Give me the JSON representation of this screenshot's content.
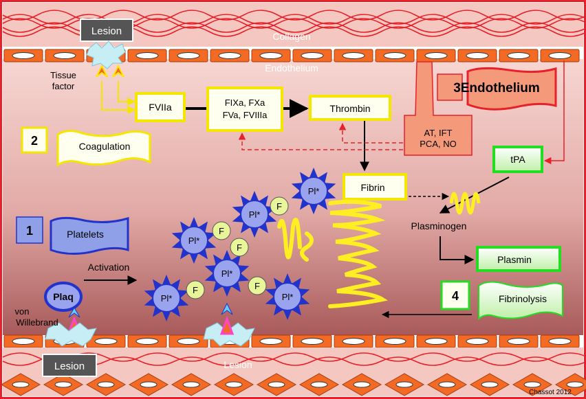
{
  "labels": {
    "collagen": "Collagen",
    "endothelium_top": "Endothelium",
    "lesion_top": "Lesion",
    "lesion_bottom_left": "Lesion",
    "lesion_bottom_mid": "Lesion",
    "tissue_factor_1": "Tissue",
    "tissue_factor_2": "factor",
    "fviia": "FVIIa",
    "fixa_1": "FIXa, FXa",
    "fixa_2": "FVa, FVIIIa",
    "thrombin": "Thrombin",
    "coagulation": "Coagulation",
    "num_2": "2",
    "endothelium_box": "3Endothelium",
    "inhibitors_1": "AT, IFT",
    "inhibitors_2": "PCA, NO",
    "tpa": "tPA",
    "fibrin": "Fibrin",
    "plasminogen": "Plasminogen",
    "plasmin": "Plasmin",
    "num_4": "4",
    "fibrinolysis": "Fibrinolysis",
    "num_1": "1",
    "platelets": "Platelets",
    "activation": "Activation",
    "plaq": "Plaq",
    "von_1": "von",
    "von_2": "Willebrand",
    "platelet": "Pl*",
    "factor": "F",
    "credit": "Chassot 2012"
  },
  "colors": {
    "frame": "#e8202a",
    "vessel_top": "#f7d6d2",
    "vessel_bottom": "#a85a5a",
    "cell_fill": "#f26a24",
    "cell_nucleus": "#ffffff",
    "box_yellow_border": "#f5e600",
    "box_green_border": "#22dd22",
    "platelet_fill": "#9aa4ee",
    "platelet_stroke": "#2233cc",
    "fibrin": "#ffee22",
    "factor_fill": "#e8f599",
    "box_blue": "#8fa0e8",
    "box_red": "#ff3333",
    "box_salmon": "#f49a7a"
  }
}
